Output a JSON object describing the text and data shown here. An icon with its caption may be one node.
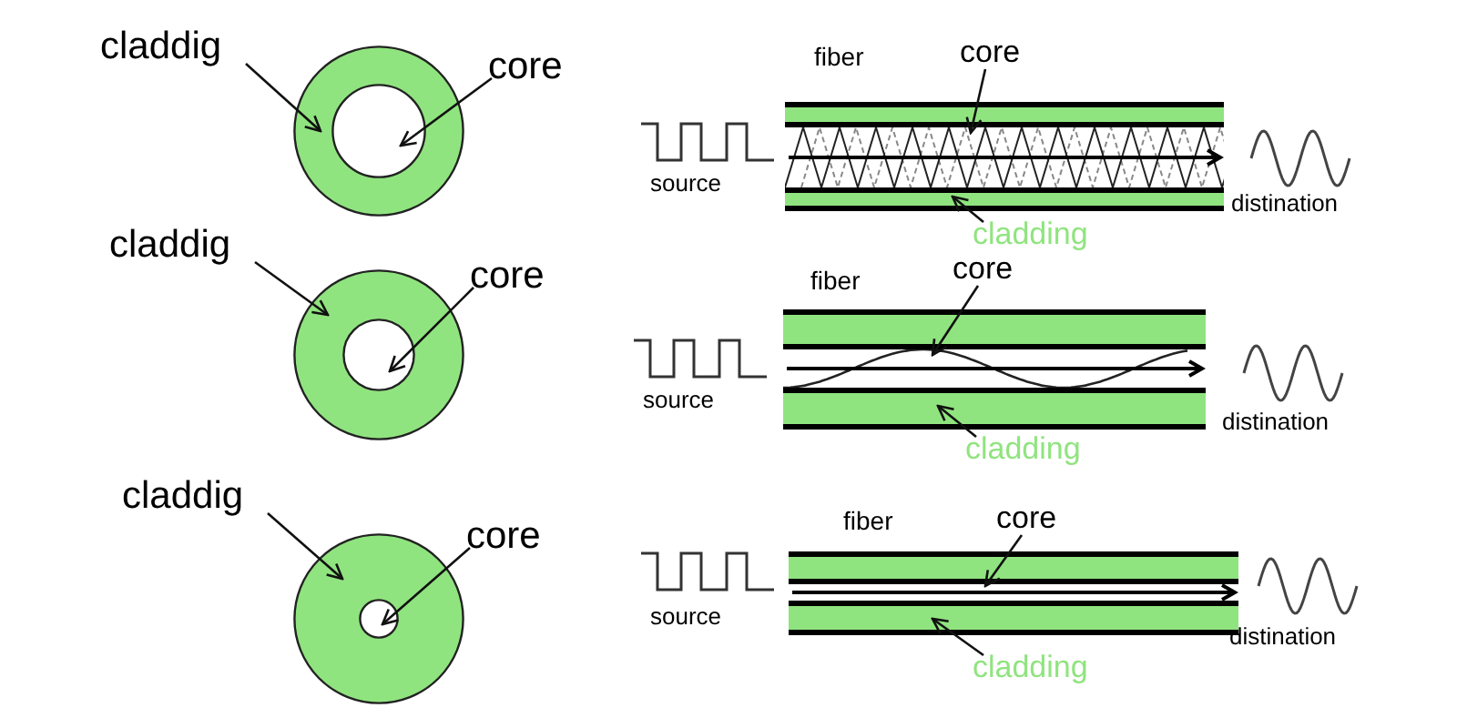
{
  "diagram": {
    "nodes": [
      {
        "text": [
          "claddig"
        ]
      },
      {
        "text": [],
        "shape": "circle"
      },
      {
        "text": [],
        "shape": "circle",
        "in": 1
      },
      {
        "text": [
          "core"
        ]
      },
      {
        "text": [
          "core"
        ]
      },
      {
        "text": [],
        "shape": "bar"
      },
      {
        "text": [],
        "shape": "bar"
      },
      {
        "text": [],
        "shape": "bar"
      },
      {
        "text": [
          "cladding"
        ]
      },
      {
        "text": [
          "claddig"
        ]
      },
      {
        "text": [],
        "shape": "circle"
      },
      {
        "text": [],
        "shape": "circle",
        "in": 10
      },
      {
        "text": [
          "core"
        ]
      },
      {
        "text": [
          "core"
        ]
      },
      {
        "text": [],
        "shape": "bar"
      },
      {
        "text": [],
        "shape": "bar"
      },
      {
        "text": [],
        "shape": "bar"
      },
      {
        "text": [
          "cladding"
        ]
      },
      {
        "text": [
          "claddig"
        ]
      },
      {
        "text": [],
        "shape": "circle"
      },
      {
        "text": [],
        "shape": "circle",
        "in": 19
      },
      {
        "text": [
          "core"
        ]
      },
      {
        "text": [
          "core"
        ]
      },
      {
        "text": [],
        "shape": "bar"
      },
      {
        "text": [],
        "shape": "bar"
      },
      {
        "text": [],
        "shape": "bar"
      },
      {
        "text": [
          "cladding"
        ]
      }
    ],
    "edges": [
      {
        "from": 0,
        "to": 1,
        "arrow": "to"
      },
      {
        "from": 3,
        "to": 2,
        "arrow": "to"
      },
      {
        "from": 4,
        "to": 6,
        "arrow": "to"
      },
      {
        "from": 8,
        "to": 7,
        "arrow": "to"
      },
      {
        "from": 9,
        "to": 10,
        "arrow": "to"
      },
      {
        "from": 12,
        "to": 11,
        "arrow": "to"
      },
      {
        "from": 13,
        "to": 15,
        "arrow": "to"
      },
      {
        "from": 17,
        "to": 16,
        "arrow": "to"
      },
      {
        "from": 18,
        "to": 19,
        "arrow": "to"
      },
      {
        "from": 21,
        "to": 20,
        "arrow": "to"
      },
      {
        "from": 22,
        "to": 24,
        "arrow": "to"
      },
      {
        "from": 26,
        "to": 25,
        "arrow": "to"
      }
    ],
    "labels": [
      "fiber",
      "source",
      "distination",
      "fiber",
      "source",
      "distination",
      "fiber",
      "source",
      "distination"
    ]
  }
}
